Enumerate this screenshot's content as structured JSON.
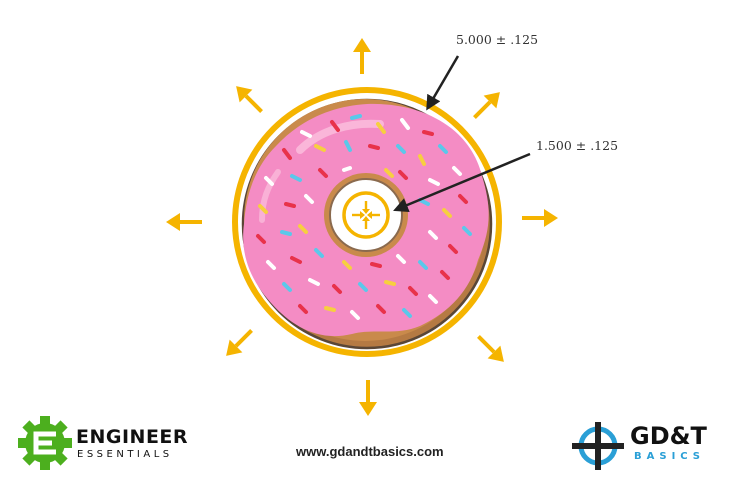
{
  "dimensions": {
    "outer": "5.000 ± .125",
    "inner": "1.500 ± .125"
  },
  "footer": {
    "url": "www.gdandtbasics.com"
  },
  "brands": {
    "left": {
      "line1": "ENGINEER",
      "line2": "ESSENTIALS",
      "color": "#4caf1e"
    },
    "right": {
      "line1": "GD&T",
      "line2": "BASICS",
      "color": "#2a9fd6"
    }
  },
  "colors": {
    "arrow": "#f5b400",
    "frosting": "#f48cc4",
    "dough": "#c98a4b"
  },
  "icons": [
    "expand-arrow-icon",
    "contract-arrow-icon",
    "gear-e-logo-icon",
    "crosshair-logo-icon"
  ]
}
